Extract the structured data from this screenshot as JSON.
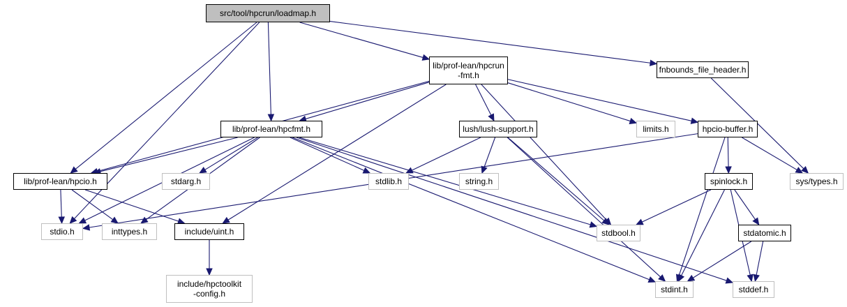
{
  "diagram": {
    "title": "src/tool/hpcrun/loadmap.h",
    "colors": {
      "edge": "#191970",
      "root_fill": "#bfbfbf",
      "local_border": "#000000",
      "system_border": "#bfbfbf"
    },
    "nodes": [
      {
        "id": "loadmap",
        "label": "src/tool/hpcrun/loadmap.h",
        "kind": "root"
      },
      {
        "id": "hpcrun_fmt",
        "label": "lib/prof-lean/hpcrun\n-fmt.h",
        "kind": "local"
      },
      {
        "id": "fnbounds",
        "label": "fnbounds_file_header.h",
        "kind": "local"
      },
      {
        "id": "hpcfmt",
        "label": "lib/prof-lean/hpcfmt.h",
        "kind": "local"
      },
      {
        "id": "lush",
        "label": "lush/lush-support.h",
        "kind": "local"
      },
      {
        "id": "limits",
        "label": "limits.h",
        "kind": "system"
      },
      {
        "id": "hpcio_buffer",
        "label": "hpcio-buffer.h",
        "kind": "local"
      },
      {
        "id": "hpcio",
        "label": "lib/prof-lean/hpcio.h",
        "kind": "local"
      },
      {
        "id": "stdarg",
        "label": "stdarg.h",
        "kind": "system"
      },
      {
        "id": "stdlib",
        "label": "stdlib.h",
        "kind": "system"
      },
      {
        "id": "string",
        "label": "string.h",
        "kind": "system"
      },
      {
        "id": "spinlock",
        "label": "spinlock.h",
        "kind": "local"
      },
      {
        "id": "systypes",
        "label": "sys/types.h",
        "kind": "system"
      },
      {
        "id": "stdio",
        "label": "stdio.h",
        "kind": "system"
      },
      {
        "id": "inttypes",
        "label": "inttypes.h",
        "kind": "system"
      },
      {
        "id": "uint",
        "label": "include/uint.h",
        "kind": "local"
      },
      {
        "id": "stdbool",
        "label": "stdbool.h",
        "kind": "system"
      },
      {
        "id": "stdatomic",
        "label": "stdatomic.h",
        "kind": "local"
      },
      {
        "id": "hpctoolkit_config",
        "label": "include/hpctoolkit\n-config.h",
        "kind": "system"
      },
      {
        "id": "stdint",
        "label": "stdint.h",
        "kind": "system"
      },
      {
        "id": "stddef",
        "label": "stddef.h",
        "kind": "system"
      }
    ],
    "edges": [
      [
        "loadmap",
        "stdio"
      ],
      [
        "loadmap",
        "hpcio"
      ],
      [
        "loadmap",
        "hpcfmt"
      ],
      [
        "loadmap",
        "hpcrun_fmt"
      ],
      [
        "loadmap",
        "fnbounds"
      ],
      [
        "hpcrun_fmt",
        "hpcio"
      ],
      [
        "hpcrun_fmt",
        "hpcfmt"
      ],
      [
        "hpcrun_fmt",
        "uint"
      ],
      [
        "hpcrun_fmt",
        "lush"
      ],
      [
        "hpcrun_fmt",
        "stdbool"
      ],
      [
        "hpcrun_fmt",
        "limits"
      ],
      [
        "hpcrun_fmt",
        "hpcio_buffer"
      ],
      [
        "fnbounds",
        "systypes"
      ],
      [
        "hpcfmt",
        "hpcio"
      ],
      [
        "hpcfmt",
        "stdio"
      ],
      [
        "hpcfmt",
        "stdarg"
      ],
      [
        "hpcfmt",
        "inttypes"
      ],
      [
        "hpcfmt",
        "stdint"
      ],
      [
        "hpcfmt",
        "stddef"
      ],
      [
        "hpcfmt",
        "stdbool"
      ],
      [
        "hpcfmt",
        "stdlib"
      ],
      [
        "lush",
        "stdlib"
      ],
      [
        "lush",
        "string"
      ],
      [
        "lush",
        "stdint"
      ],
      [
        "lush",
        "stdbool"
      ],
      [
        "hpcio_buffer",
        "stdio"
      ],
      [
        "hpcio_buffer",
        "stdint"
      ],
      [
        "hpcio_buffer",
        "spinlock"
      ],
      [
        "hpcio_buffer",
        "systypes"
      ],
      [
        "hpcio",
        "stdio"
      ],
      [
        "hpcio",
        "inttypes"
      ],
      [
        "hpcio",
        "uint"
      ],
      [
        "uint",
        "hpctoolkit_config"
      ],
      [
        "spinlock",
        "stdbool"
      ],
      [
        "spinlock",
        "stdint"
      ],
      [
        "spinlock",
        "stdatomic"
      ],
      [
        "spinlock",
        "stddef"
      ],
      [
        "stdatomic",
        "stdint"
      ],
      [
        "stdatomic",
        "stddef"
      ]
    ]
  }
}
